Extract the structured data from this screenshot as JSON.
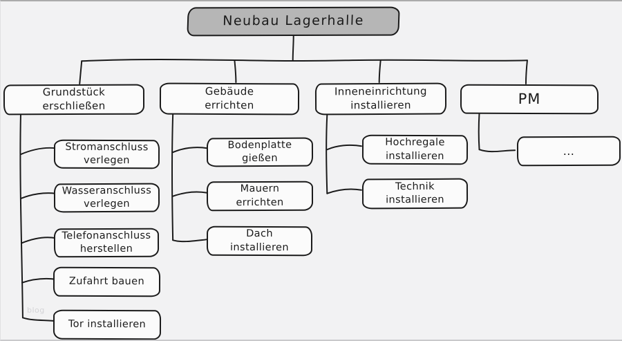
{
  "diagram": {
    "root": {
      "label": "Neubau Lagerhalle"
    },
    "branches": [
      {
        "label": "Grundstück\nerschließen",
        "children": [
          "Stromanschluss\nverlegen",
          "Wasseranschluss\nverlegen",
          "Telefonanschluss\nherstellen",
          "Zufahrt bauen",
          "Tor installieren"
        ]
      },
      {
        "label": "Gebäude\nerrichten",
        "children": [
          "Bodenplatte\ngießen",
          "Mauern\nerrichten",
          "Dach\ninstallieren"
        ]
      },
      {
        "label": "Inneneinrichtung\ninstallieren",
        "children": [
          "Hochregale\ninstallieren",
          "Technik\ninstallieren"
        ]
      },
      {
        "label": "PM",
        "children": [
          "..."
        ]
      }
    ],
    "watermark": "blog",
    "colors": {
      "background": "#f2f2f3",
      "box_fill": "#fbfbfb",
      "root_fill": "#b6b6b6",
      "stroke": "#1a1a1a",
      "watermark_color": "#d4d4d7"
    }
  }
}
